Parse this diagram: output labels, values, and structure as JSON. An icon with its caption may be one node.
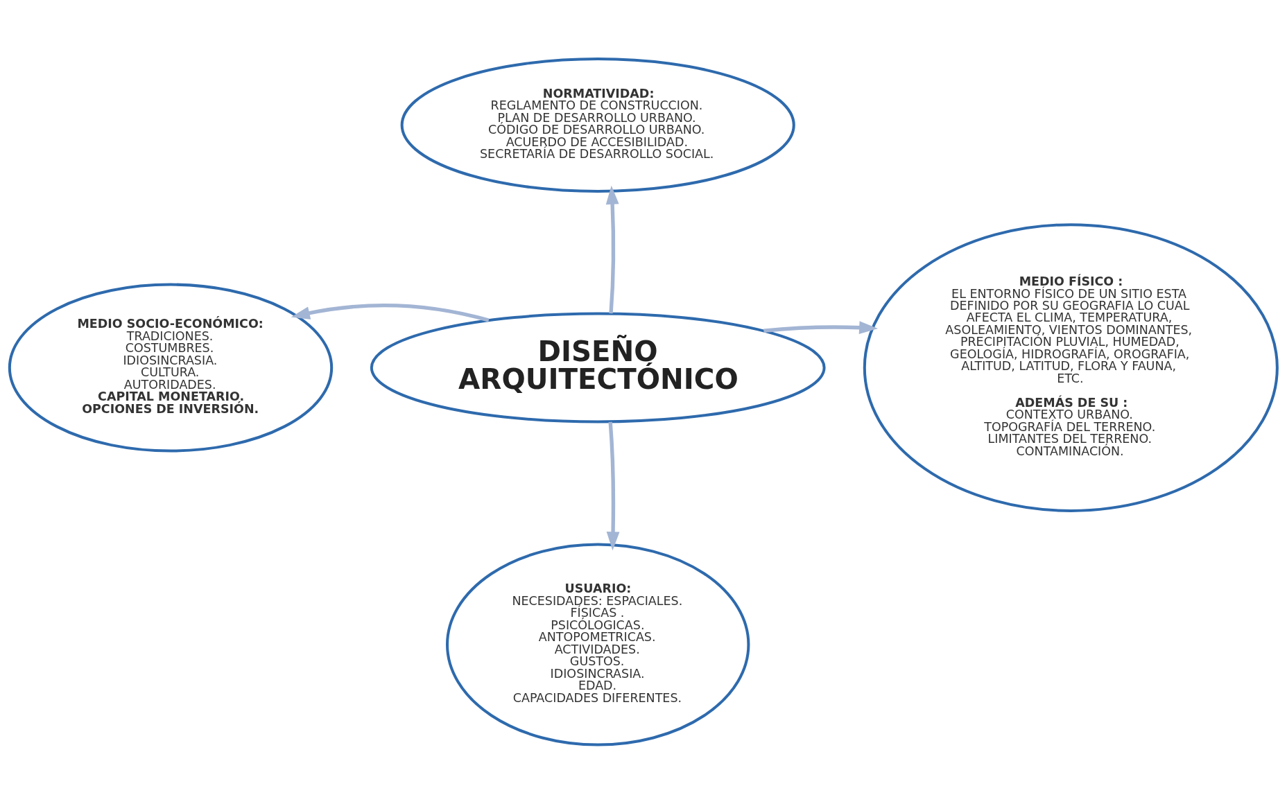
{
  "diagram": {
    "nodes": [
      {
        "text": [
          "NORMATIVIDAD:",
          "REGLAMENTO DE CONSTRUCCION.",
          "PLAN DE DESARROLLO URBANO.",
          "CÓDIGO DE DESARROLLO URBANO.",
          "ACUERDO DE ACCESIBILIDAD.",
          "SECRETARÍA DE DESARROLLO SOCIAL."
        ]
      },
      {
        "text": [
          "MEDIO SOCIO-ECONÓMICO:",
          "TRADICIONES.",
          "COSTUMBRES.",
          "IDIOSINCRASIA.",
          "CULTURA.",
          "AUTORIDADES.",
          "CAPITAL MONETARIO.",
          "OPCIONES DE INVERSIÓN."
        ]
      },
      {
        "text": [
          "DISEÑO ARQUITECTÓNICO"
        ]
      },
      {
        "text": [
          "MEDIO FÍSICO :",
          "EL ENTORNO FÍSICO DE UN SITIO ESTA DEFINIDO POR SU GEOGRAFIA LO CUAL AFECTA EL CLIMA, TEMPERATURA, ASOLEAMIENTO, VIENTOS DOMINANTES, PRECIPITACIÓN PLUVIAL, HUMEDAD, GEOLOGÍA, HIDROGRAFÍA, OROGRAFIA, ALTITUD, LATITUD, FLORA Y FAUNA, ETC.",
          "ADEMÁS DE SU :",
          "CONTEXTO URBANO.",
          "TOPOGRAFÍA DEL TERRENO.",
          "LIMITANTES DEL TERRENO.",
          "CONTAMINACIÓN."
        ]
      },
      {
        "text": [
          "USUARIO:",
          "NECESIDADES: ESPACIALES.",
          "FÍSICAS .",
          "PSICÓLOGICAS.",
          "ANTOPOMETRICAS.",
          "ACTIVIDADES.",
          "GUSTOS.",
          "IDIOSINCRASIA.",
          "EDAD.",
          "CAPACIDADES DIFERENTES."
        ]
      }
    ],
    "edges": [
      {
        "from": 2,
        "to": 0,
        "arrow": "to"
      },
      {
        "from": 2,
        "to": 1,
        "arrow": "to"
      },
      {
        "from": 2,
        "to": 3,
        "arrow": "to"
      },
      {
        "from": 2,
        "to": 4,
        "arrow": "to"
      }
    ]
  }
}
